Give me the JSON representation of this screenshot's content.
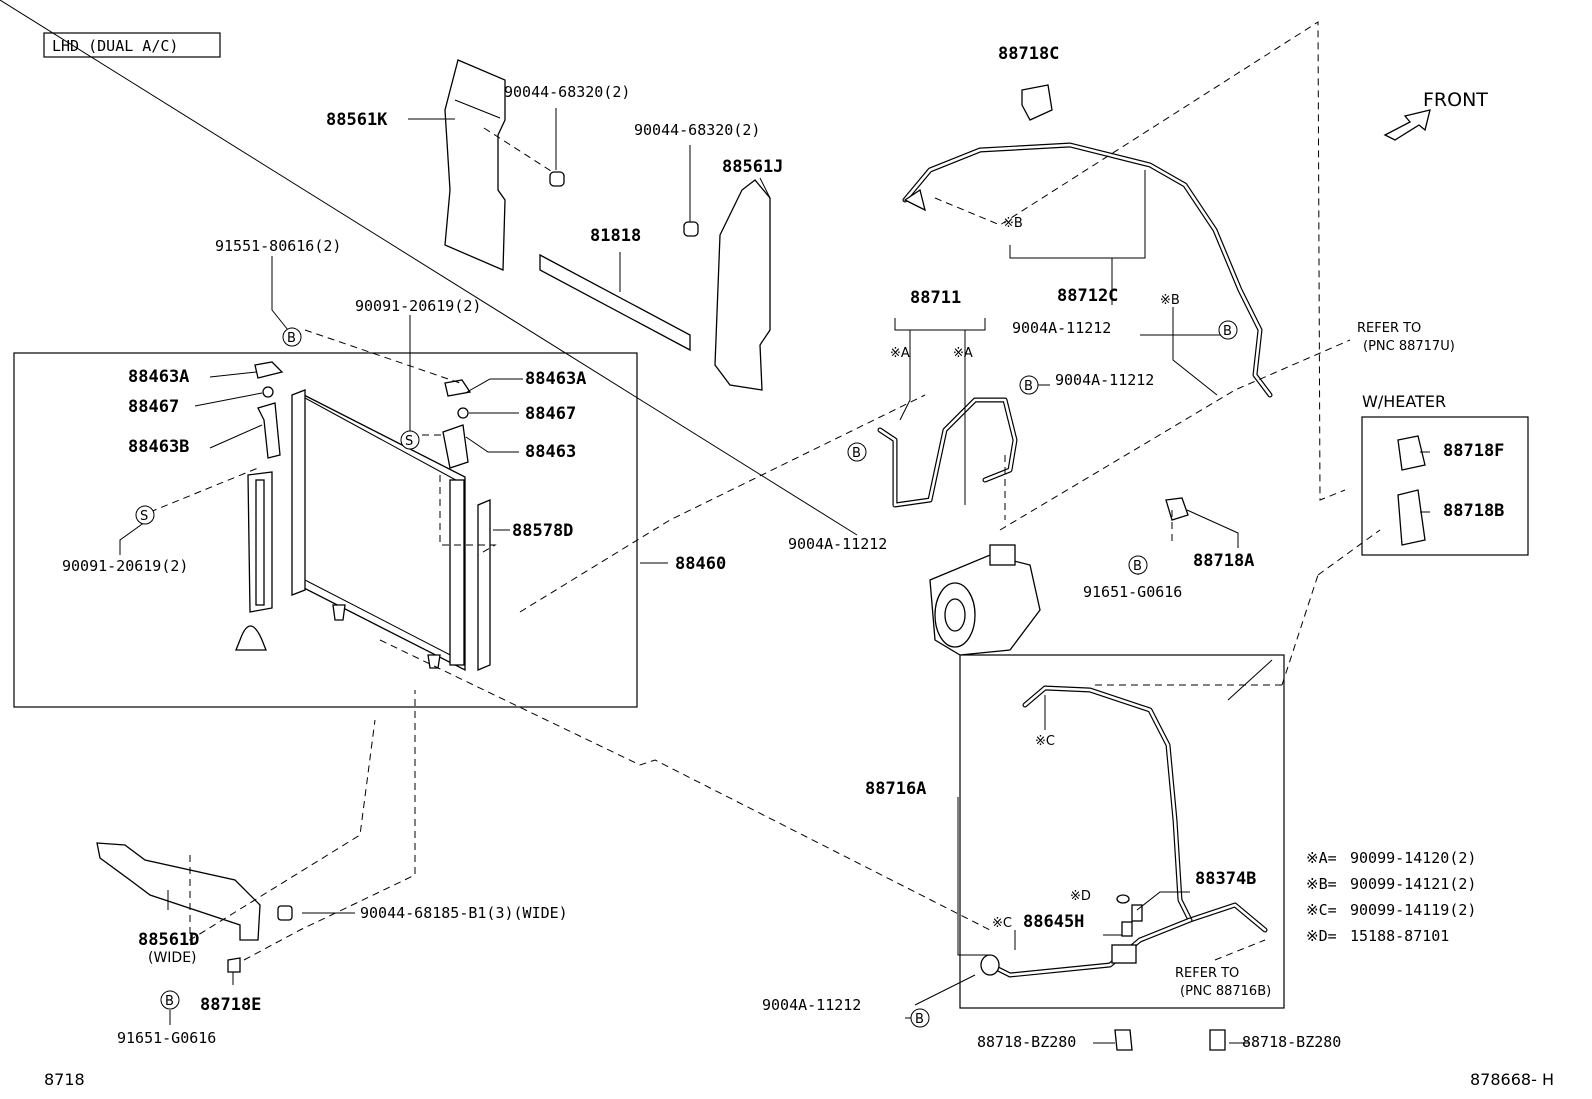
{
  "header": {
    "title": "LHD (DUAL A/C)",
    "front": "FRONT"
  },
  "footer": {
    "left_code": "8718",
    "right_code": "878668- H"
  },
  "markers": {
    "b": "B",
    "s": "S",
    "a_ref": "※A",
    "b_ref": "※B",
    "c_ref": "※C",
    "d_ref": "※D"
  },
  "labels": {
    "p88718C": "88718C",
    "p88561K": "88561K",
    "p90044_68320_a": "90044-68320(2)",
    "p90044_68320_b": "90044-68320(2)",
    "p88561J": "88561J",
    "p81818": "81818",
    "p91551_80616": "91551-80616(2)",
    "p90091_20619_top": "90091-20619(2)",
    "p88463A_left": "88463A",
    "p88467_left": "88467",
    "p88463B": "88463B",
    "p90091_20619_left": "90091-20619(2)",
    "p88463A_right": "88463A",
    "p88467_right": "88467",
    "p88463": "88463",
    "p88578D": "88578D",
    "p88460": "88460",
    "p88711": "88711",
    "p88712C": "88712C",
    "p9004A_1": "9004A-11212",
    "p9004A_2": "9004A-11212",
    "p9004A_3": "9004A-11212",
    "p9004A_4": "9004A-11212",
    "refer_top_1": "REFER TO",
    "refer_top_2": "(PNC 88717U)",
    "w_heater": "W/HEATER",
    "p88718F": "88718F",
    "p88718B": "88718B",
    "p88718A": "88718A",
    "p91651_G0616_mid": "91651-G0616",
    "p88716A": "88716A",
    "p88374B": "88374B",
    "p88645H": "88645H",
    "refer_bot_1": "REFER TO",
    "refer_bot_2": "(PNC 88716B)",
    "p88718_BZ280_a": "88718-BZ280",
    "p88718_BZ280_b": "88718-BZ280",
    "p90044_68185": "90044-68185-B1(3)(WIDE)",
    "p88561D": "88561D",
    "wide": "(WIDE)",
    "p88718E": "88718E",
    "p91651_G0616_bot": "91651-G0616"
  },
  "legend": [
    {
      "key": "※A=",
      "value": "90099-14120(2)"
    },
    {
      "key": "※B=",
      "value": "90099-14121(2)"
    },
    {
      "key": "※C=",
      "value": "90099-14119(2)"
    },
    {
      "key": "※D=",
      "value": "15188-87101"
    }
  ]
}
